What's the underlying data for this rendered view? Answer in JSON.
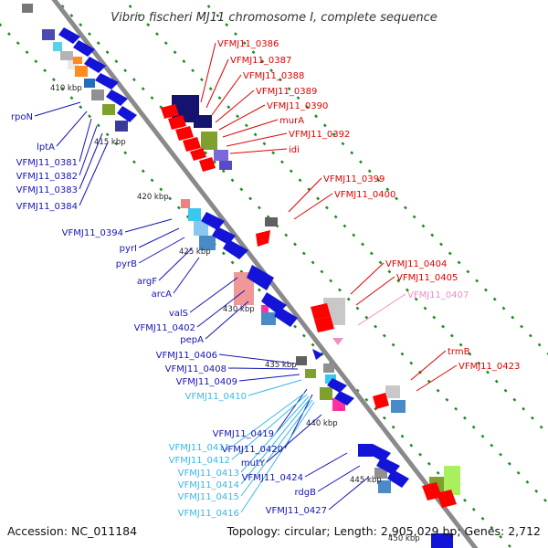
{
  "title": "Vibrio fischeri MJ11 chromosome I, complete sequence",
  "footer": {
    "accession": "Accession: NC_011184",
    "summary": "Topology: circular; Length: 2,905,029 bp; Genes: 2,712"
  },
  "colors": {
    "plus_label": "#1414b4",
    "minus_label": "#e00000",
    "light_label": "#38b8e8",
    "pink_label": "#f08cc8",
    "backbone": "#8a8a8a",
    "dots": "#1e8c1e"
  },
  "ticks": [
    "410 kbp",
    "415 kbp",
    "420 kbp",
    "425 kbp",
    "430 kbp",
    "435 kbp",
    "440 kbp",
    "445 kbp",
    "450 kbp"
  ],
  "left_labels": [
    {
      "text": "rpoN",
      "color": "plus"
    },
    {
      "text": "lptA",
      "color": "plus"
    },
    {
      "text": "VFMJ11_0381",
      "color": "plus"
    },
    {
      "text": "VFMJ11_0382",
      "color": "plus"
    },
    {
      "text": "VFMJ11_0383",
      "color": "plus"
    },
    {
      "text": "VFMJ11_0384",
      "color": "plus"
    },
    {
      "text": "VFMJ11_0394",
      "color": "plus"
    },
    {
      "text": "pyrI",
      "color": "plus"
    },
    {
      "text": "pyrB",
      "color": "plus"
    },
    {
      "text": "argF",
      "color": "plus"
    },
    {
      "text": "arcA",
      "color": "plus"
    },
    {
      "text": "valS",
      "color": "plus"
    },
    {
      "text": "VFMJ11_0402",
      "color": "plus"
    },
    {
      "text": "pepA",
      "color": "plus"
    },
    {
      "text": "VFMJ11_0406",
      "color": "plus"
    },
    {
      "text": "VFMJ11_0408",
      "color": "plus"
    },
    {
      "text": "VFMJ11_0409",
      "color": "plus"
    },
    {
      "text": "VFMJ11_0410",
      "color": "light"
    },
    {
      "text": "VFMJ11_0419",
      "color": "plus"
    },
    {
      "text": "VFMJ11_0420",
      "color": "plus"
    },
    {
      "text": "VFMJ11_0411",
      "color": "light"
    },
    {
      "text": "VFMJ11_0412",
      "color": "light"
    },
    {
      "text": "VFMJ11_0413",
      "color": "light"
    },
    {
      "text": "VFMJ11_0414",
      "color": "light"
    },
    {
      "text": "VFMJ11_0415",
      "color": "light"
    },
    {
      "text": "VFMJ11_0416",
      "color": "light"
    },
    {
      "text": "mutY",
      "color": "plus"
    },
    {
      "text": "VFMJ11_0424",
      "color": "plus"
    },
    {
      "text": "rdgB",
      "color": "plus"
    },
    {
      "text": "VFMJ11_0427",
      "color": "plus"
    }
  ],
  "right_labels": [
    {
      "text": "VFMJ11_0386",
      "color": "minus"
    },
    {
      "text": "VFMJ11_0387",
      "color": "minus"
    },
    {
      "text": "VFMJ11_0388",
      "color": "minus"
    },
    {
      "text": "VFMJ11_0389",
      "color": "minus"
    },
    {
      "text": "VFMJ11_0390",
      "color": "minus"
    },
    {
      "text": "murA",
      "color": "minus"
    },
    {
      "text": "VFMJ11_0392",
      "color": "minus"
    },
    {
      "text": "idi",
      "color": "minus"
    },
    {
      "text": "VFMJ11_0399",
      "color": "minus"
    },
    {
      "text": "VFMJ11_0400",
      "color": "minus"
    },
    {
      "text": "VFMJ11_0404",
      "color": "minus"
    },
    {
      "text": "VFMJ11_0405",
      "color": "minus"
    },
    {
      "text": "VFMJ11_0407",
      "color": "pink"
    },
    {
      "text": "trmB",
      "color": "minus"
    },
    {
      "text": "VFMJ11_0423",
      "color": "minus"
    }
  ]
}
